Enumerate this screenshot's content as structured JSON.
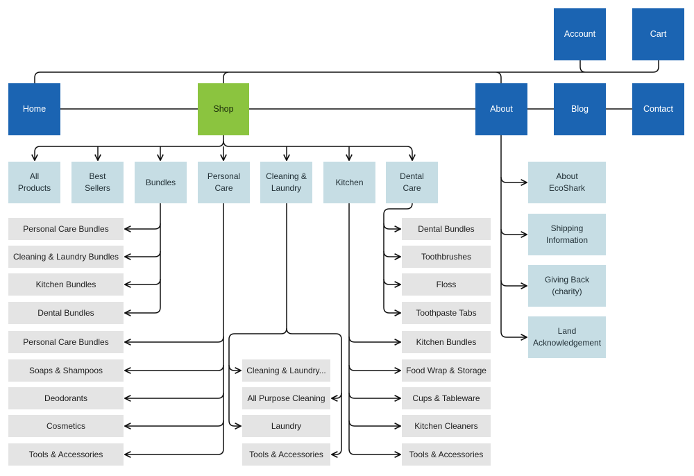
{
  "top": {
    "account": "Account",
    "cart": "Cart",
    "home": "Home",
    "shop": "Shop",
    "about": "About",
    "blog": "Blog",
    "contact": "Contact"
  },
  "categories": {
    "all_products": "All\nProducts",
    "best_sellers": "Best\nSellers",
    "bundles": "Bundles",
    "personal_care": "Personal\nCare",
    "cleaning_laundry": "Cleaning &\nLaundry",
    "kitchen": "Kitchen",
    "dental_care": "Dental\nCare"
  },
  "about_pages": [
    "About\nEcoShark",
    "Shipping\nInformation",
    "Giving Back\n(charity)",
    "Land\nAcknowledgement"
  ],
  "bundles_items": [
    "Personal Care Bundles",
    "Cleaning & Laundry Bundles",
    "Kitchen Bundles",
    "Dental Bundles"
  ],
  "personal_care_items": [
    "Personal Care Bundles",
    "Soaps & Shampoos",
    "Deodorants",
    "Cosmetics",
    "Tools & Accessories"
  ],
  "cleaning_items": [
    "Cleaning & Laundry...",
    "All Purpose Cleaning",
    "Laundry",
    "Tools & Accessories"
  ],
  "dental_items": [
    "Dental Bundles",
    "Toothbrushes",
    "Floss",
    "Toothpaste Tabs"
  ],
  "kitchen_items": [
    "Kitchen Bundles",
    "Food Wrap & Storage",
    "Cups & Tableware",
    "Kitchen Cleaners",
    "Tools & Accessories"
  ],
  "colors": {
    "nav_blue": "#1b64b2",
    "shop_green": "#8bc43f",
    "category_blue": "#c6dde4",
    "leaf_gray": "#e4e4e4",
    "line": "#111111"
  }
}
